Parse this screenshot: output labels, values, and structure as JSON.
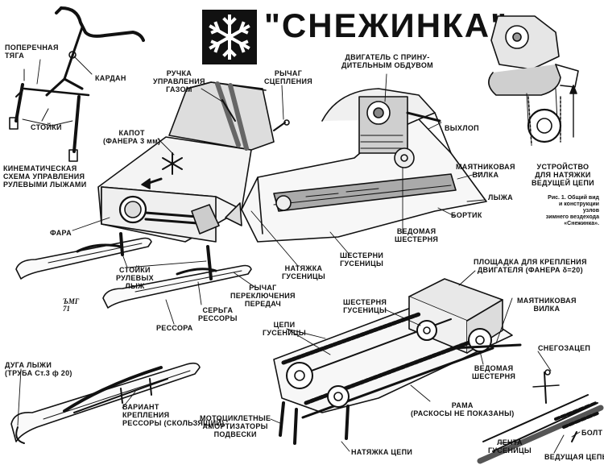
{
  "title": "\"СНЕЖИНКА\"",
  "caption": "Рис. 1. Общий вид\nи конструкции\nузлов\nзимнего вездехода\n«Снежинка».",
  "signature": "ЪМГ\n71",
  "hood_ink": "#ffffff",
  "labels": {
    "transverse_rod": "ПОПЕРЕЧНАЯ\nТЯГА",
    "cardan": "КАРДАН",
    "struts": "СТОЙКИ",
    "kinematic_scheme": "КИНЕМАТИЧЕСКАЯ\nСХЕМА УПРАВЛЕНИЯ\nРУЛЕВЫМИ ЛЫЖАМИ",
    "throttle_handle": "РУЧКА\nУПРАВЛЕНИЯ\nГАЗОМ",
    "clutch_lever": "РЫЧАГ\nСЦЕПЛЕНИЯ",
    "engine_forced_air": "ДВИГАТЕЛЬ С ПРИНУ-\nДИТЕЛЬНЫМ ОБДУВОМ",
    "hood_plywood": "КАПОТ\n(ФАНЕРА 3 мм)",
    "exhaust": "ВЫХЛОП",
    "pendulum_fork_top": "МАЯТНИКОВАЯ\nВИЛКА",
    "tensioner_drive_chain": "УСТРОЙСТВО\nДЛЯ НАТЯЖКИ\nВЕДУЩЕЙ ЦЕПИ",
    "ski": "ЛЫЖА",
    "rim": "БОРТИК",
    "headlight": "ФАРА",
    "driven_gear_top": "ВЕДОМАЯ\nШЕСТЕРНЯ",
    "track_gears_top": "ШЕСТЕРНИ\nГУСЕНИЦЫ",
    "track_tension_top": "НАТЯЖКА\nГУСЕНИЦЫ",
    "steering_ski_struts": "СТОЙКИ\nРУЛЕВЫХ\nЛЫЖ",
    "gear_shift_lever": "РЫЧАГ\nПЕРЕКЛЮЧЕНИЯ\nПЕРЕДАЧ",
    "engine_platform": "ПЛОЩАДКА ДЛЯ КРЕПЛЕНИЯ\nДВИГАТЕЛЯ (ФАНЕРА δ=20)",
    "track_gear_bottom": "ШЕСТЕРНЯ\nГУСЕНИЦЫ",
    "pendulum_fork_bottom": "МАЯТНИКОВАЯ\nВИЛКА",
    "leaf_spring": "РЕССОРА",
    "spring_shackle": "СЕРЬГА\nРЕССОРЫ",
    "track_chains": "ЦЕПИ\nГУСЕНИЦЫ",
    "snow_catch": "СНЕГОЗАЦЕП",
    "ski_arc": "ДУГА ЛЫЖИ\n(ТРУБА Ст.3 ф 20)",
    "driven_gear_bottom": "ВЕДОМАЯ\nШЕСТЕРНЯ",
    "frame": "РАМА\n(РАСКОСЫ НЕ ПОКАЗАНЫ)",
    "moto_shocks": "МОТОЦИКЛЕТНЫЕ\nАМОРТИЗАТОРЫ\nПОДВЕСКИ",
    "spring_mount_variant": "ВАРИАНТ\nКРЕПЛЕНИЯ\nРЕССОРЫ (СКОЛЬЗЯЩИЙ)",
    "bolt": "БОЛТ",
    "track_belt": "ЛЕНТА\nГУСЕНИЦЫ",
    "chain_tension": "НАТЯЖКА ЦЕПИ",
    "drive_chain": "ВЕДУЩАЯ ЦЕПЬ"
  }
}
